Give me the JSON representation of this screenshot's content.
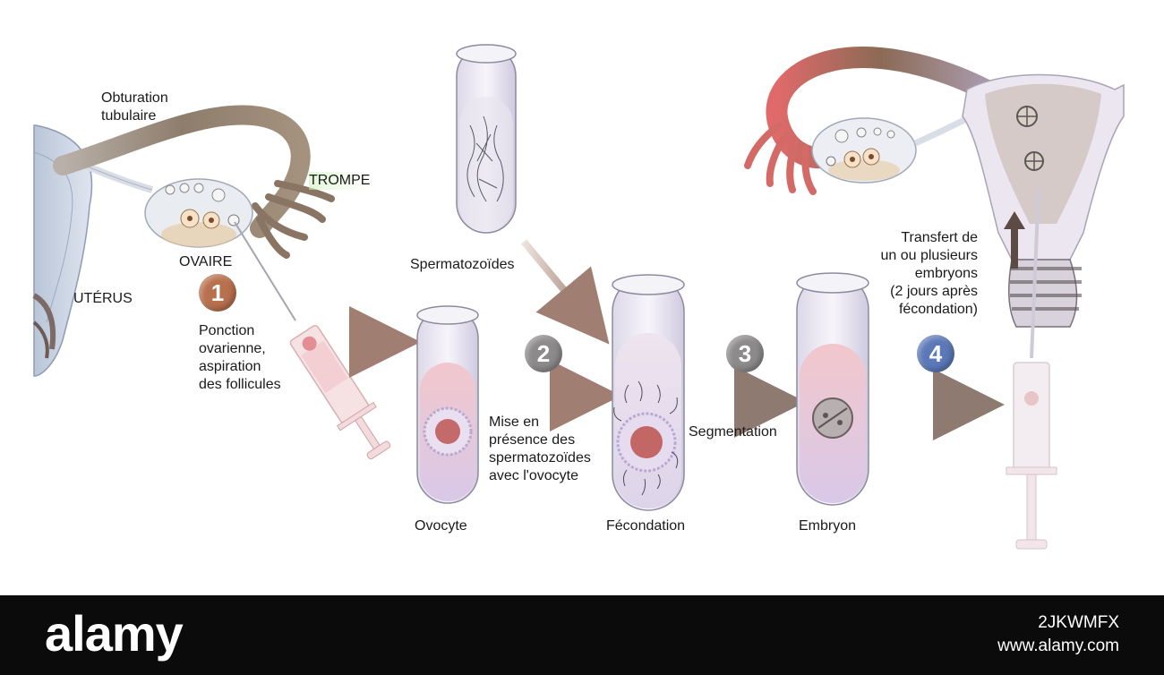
{
  "labels": {
    "obturation": "Obturation\ntubulaire",
    "trompe": "TROMPE",
    "ovaire": "OVAIRE",
    "uterus": "UTÉRUS",
    "ponction": "Ponction\novarienne,\naspiration\ndes follicules",
    "spermatozoides": "Spermatozoïdes",
    "ovocyte": "Ovocyte",
    "mise_en_presence": "Mise en\nprésence des\nspermatozoïdes\navec l'ovocyte",
    "fecondation": "Fécondation",
    "segmentation": "Segmentation",
    "embryon": "Embryon",
    "transfert": "Transfert de\nun ou plusieurs\nembryons\n(2 jours après\nfécondation)"
  },
  "steps": [
    {
      "number": "1",
      "color": "#b8704e"
    },
    {
      "number": "2",
      "color": "#8c8a8b"
    },
    {
      "number": "3",
      "color": "#8c8a8b"
    },
    {
      "number": "4",
      "color": "#5b78b8"
    }
  ],
  "footer": {
    "logo": "alamy",
    "image_id": "2JKWMFX",
    "site": "www.alamy.com"
  }
}
